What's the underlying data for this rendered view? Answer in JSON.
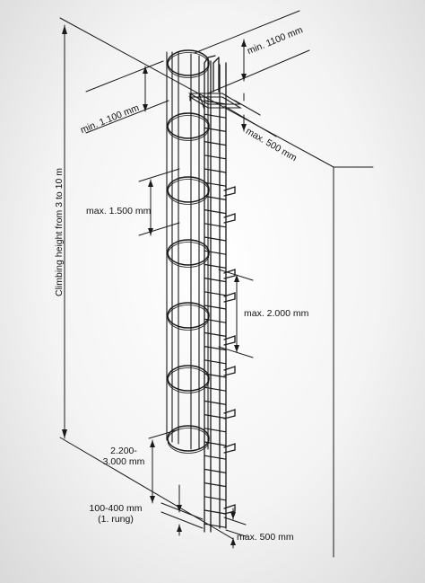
{
  "labels": {
    "top_rail_height": "min. 1100 mm",
    "cage_start_height": "min. 1.100 mm",
    "exit_distance": "max. 500 mm",
    "climbing_height": "Climbing height from 3 to 10 m",
    "hoop_spacing": "max. 1.500 mm",
    "bracket_spacing": "max. 2.000 mm",
    "cage_bottom_line1": "2.200-",
    "cage_bottom_line2": "3.000 mm",
    "first_rung_line1": "100-400 mm",
    "first_rung_line2": "(1. rung)",
    "bottom_distance": "max. 500 mm"
  },
  "colors": {
    "line": "#1a1a1a",
    "background": "#f2f2f2"
  }
}
